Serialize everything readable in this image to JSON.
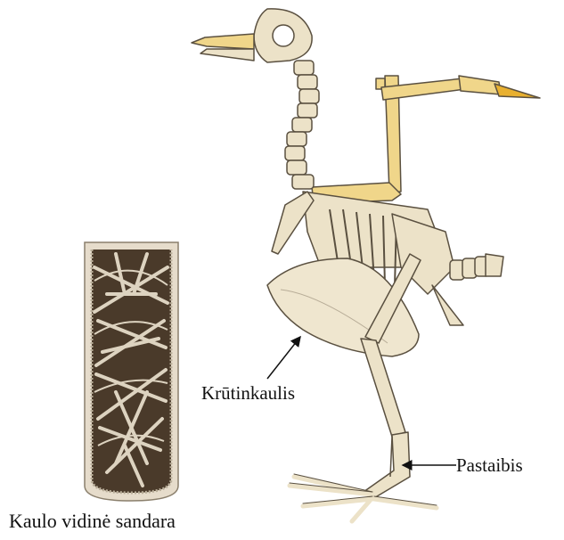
{
  "labels": {
    "sternum": "Krūtinkaulis",
    "tarsus": "Pastaibis",
    "bone_structure": "Kaulo vidinė sandara"
  },
  "colors": {
    "bone": "#ece2c8",
    "bone_outline": "#5a5040",
    "wing": "#f0d68a",
    "wing_dark": "#d9b45a",
    "beak_tip": "#e8b030",
    "bone_interior": "#4a3a2a",
    "bone_strut": "#ddd3c0"
  },
  "icons": {
    "skeleton": "bird-skeleton-illustration",
    "bone_section": "bone-cross-section-illustration"
  }
}
